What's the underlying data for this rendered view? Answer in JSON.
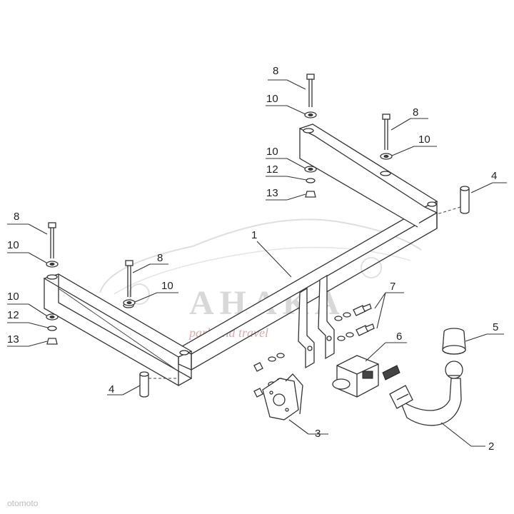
{
  "callouts": {
    "c1": "1",
    "c2": "2",
    "c3": "3",
    "c4a": "4",
    "c4b": "4",
    "c5": "5",
    "c6": "6",
    "c7": "7",
    "c8a": "8",
    "c8b": "8",
    "c8c": "8",
    "c8d": "8",
    "c10a": "10",
    "c10b": "10",
    "c10c": "10",
    "c10d": "10",
    "c10e": "10",
    "c10f": "10",
    "c12a": "12",
    "c12b": "12",
    "c13a": "13",
    "c13b": "13"
  },
  "watermark": {
    "title": "AHAKA",
    "subtitle": "park and travel",
    "corner": "otomoto"
  }
}
